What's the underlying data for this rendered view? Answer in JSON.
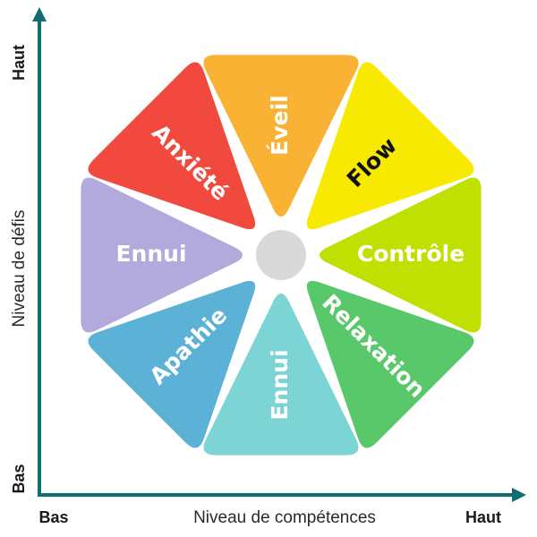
{
  "colors": {
    "axis": "#116e70",
    "hub": "#d9d9d9"
  },
  "axes": {
    "x": {
      "title": "Niveau de compétences",
      "low": "Bas",
      "high": "Haut"
    },
    "y": {
      "title": "Niveau de défis",
      "low": "Bas",
      "high": "Haut"
    }
  },
  "segments": [
    {
      "label": "Éveil",
      "color": "#f9b233",
      "text_color": "#ffffff"
    },
    {
      "label": "Flow",
      "color": "#f7ea00",
      "text_color": "#111111"
    },
    {
      "label": "Contrôle",
      "color": "#bfe000",
      "text_color": "#ffffff"
    },
    {
      "label": "Relaxation",
      "color": "#58c86a",
      "text_color": "#ffffff"
    },
    {
      "label": "Ennui",
      "color": "#7dd4d4",
      "text_color": "#ffffff"
    },
    {
      "label": "Apathie",
      "color": "#5bb1d6",
      "text_color": "#ffffff"
    },
    {
      "label": "Ennui",
      "color": "#b2a9dd",
      "text_color": "#ffffff"
    },
    {
      "label": "Anxiété",
      "color": "#f2493e",
      "text_color": "#ffffff"
    }
  ]
}
